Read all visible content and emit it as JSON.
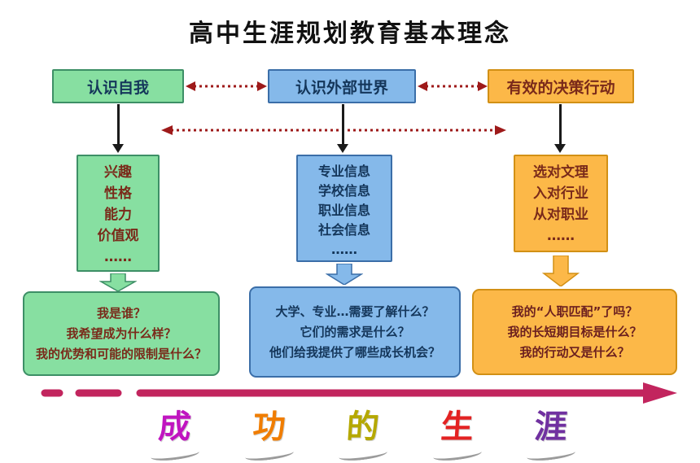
{
  "title": "高中生涯规划教育基本理念",
  "palette": {
    "green_fill": "#87DFA1",
    "green_border": "#3d8f66",
    "blue_fill": "#85B9EA",
    "blue_border": "#3b6ea8",
    "orange_fill": "#FCB848",
    "orange_border": "#d29015",
    "dotted_arrow_red": "#9e1a1a",
    "vertical_arrow_black": "#1a1a1a",
    "bottom_arrow_crimson": "#c2255e"
  },
  "columns": [
    {
      "id": "self",
      "header": "认识自我",
      "list": [
        "兴趣",
        "性格",
        "能力",
        "价值观",
        "……"
      ],
      "questions": [
        "我是谁？",
        "我希望成为什么样？",
        "我的优势和可能的限制是什么？"
      ]
    },
    {
      "id": "world",
      "header": "认识外部世界",
      "list": [
        "专业信息",
        "学校信息",
        "职业信息",
        "社会信息",
        "……"
      ],
      "questions": [
        "大学、专业…需要了解什么？",
        "它们的需求是什么？",
        "他们给我提供了哪些成长机会？"
      ]
    },
    {
      "id": "action",
      "header": "有效的决策行动",
      "list": [
        "选对文理",
        "入对行业",
        "从对职业",
        "……"
      ],
      "questions": [
        "我的“人职匹配”了吗？",
        "我的长短期目标是什么？",
        "我的行动又是什么？"
      ]
    }
  ],
  "footer": {
    "caption_chars": [
      {
        "char": "成",
        "color": "#c015c0"
      },
      {
        "char": "功",
        "color": "#f07d00"
      },
      {
        "char": "的",
        "color": "#b5a800"
      },
      {
        "char": "生",
        "color": "#e32222"
      },
      {
        "char": "涯",
        "color": "#7030a0"
      }
    ]
  }
}
